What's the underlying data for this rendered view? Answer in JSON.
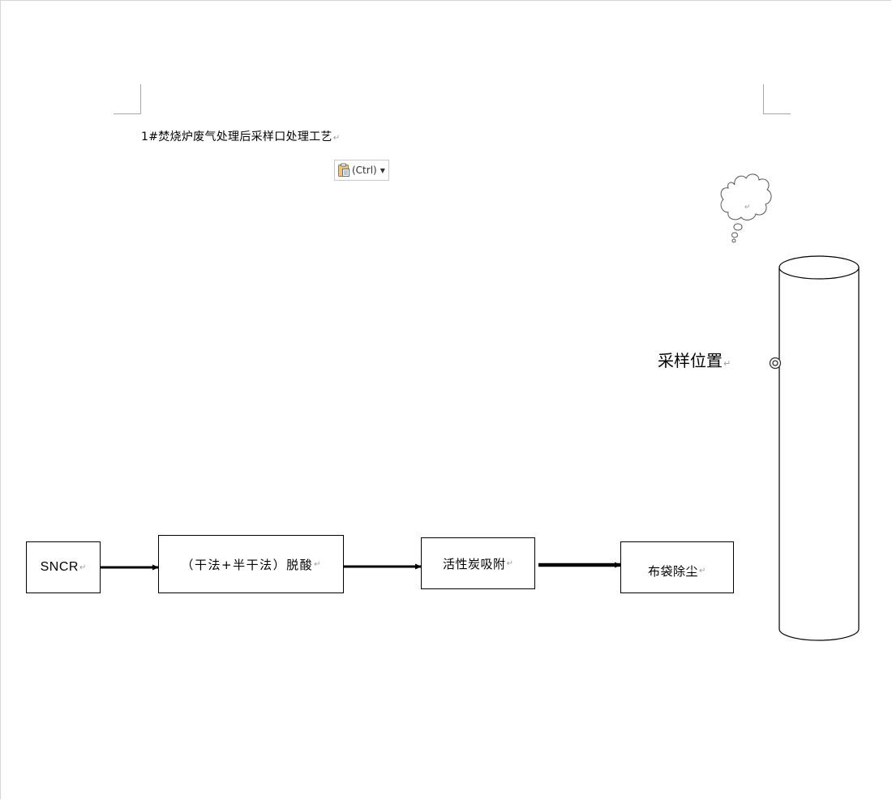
{
  "document": {
    "title": "1#焚烧炉废气处理后采样口处理工艺",
    "paragraph_mark": "↵"
  },
  "paste_options": {
    "label": "(Ctrl)",
    "icon": "clipboard-paste-icon"
  },
  "sampling": {
    "label": "采样位置"
  },
  "process": {
    "steps": [
      {
        "label": "SNCR"
      },
      {
        "label": "（干法+半干法）脱酸"
      },
      {
        "label": "活性炭吸附"
      },
      {
        "label": "布袋除尘"
      }
    ]
  },
  "colors": {
    "border": "#000000",
    "page_edge": "#d4d4d4",
    "corner_marks": "#a8a8a8",
    "paragraph_mark": "#9a9a9a",
    "clipboard": "#e0a030"
  }
}
